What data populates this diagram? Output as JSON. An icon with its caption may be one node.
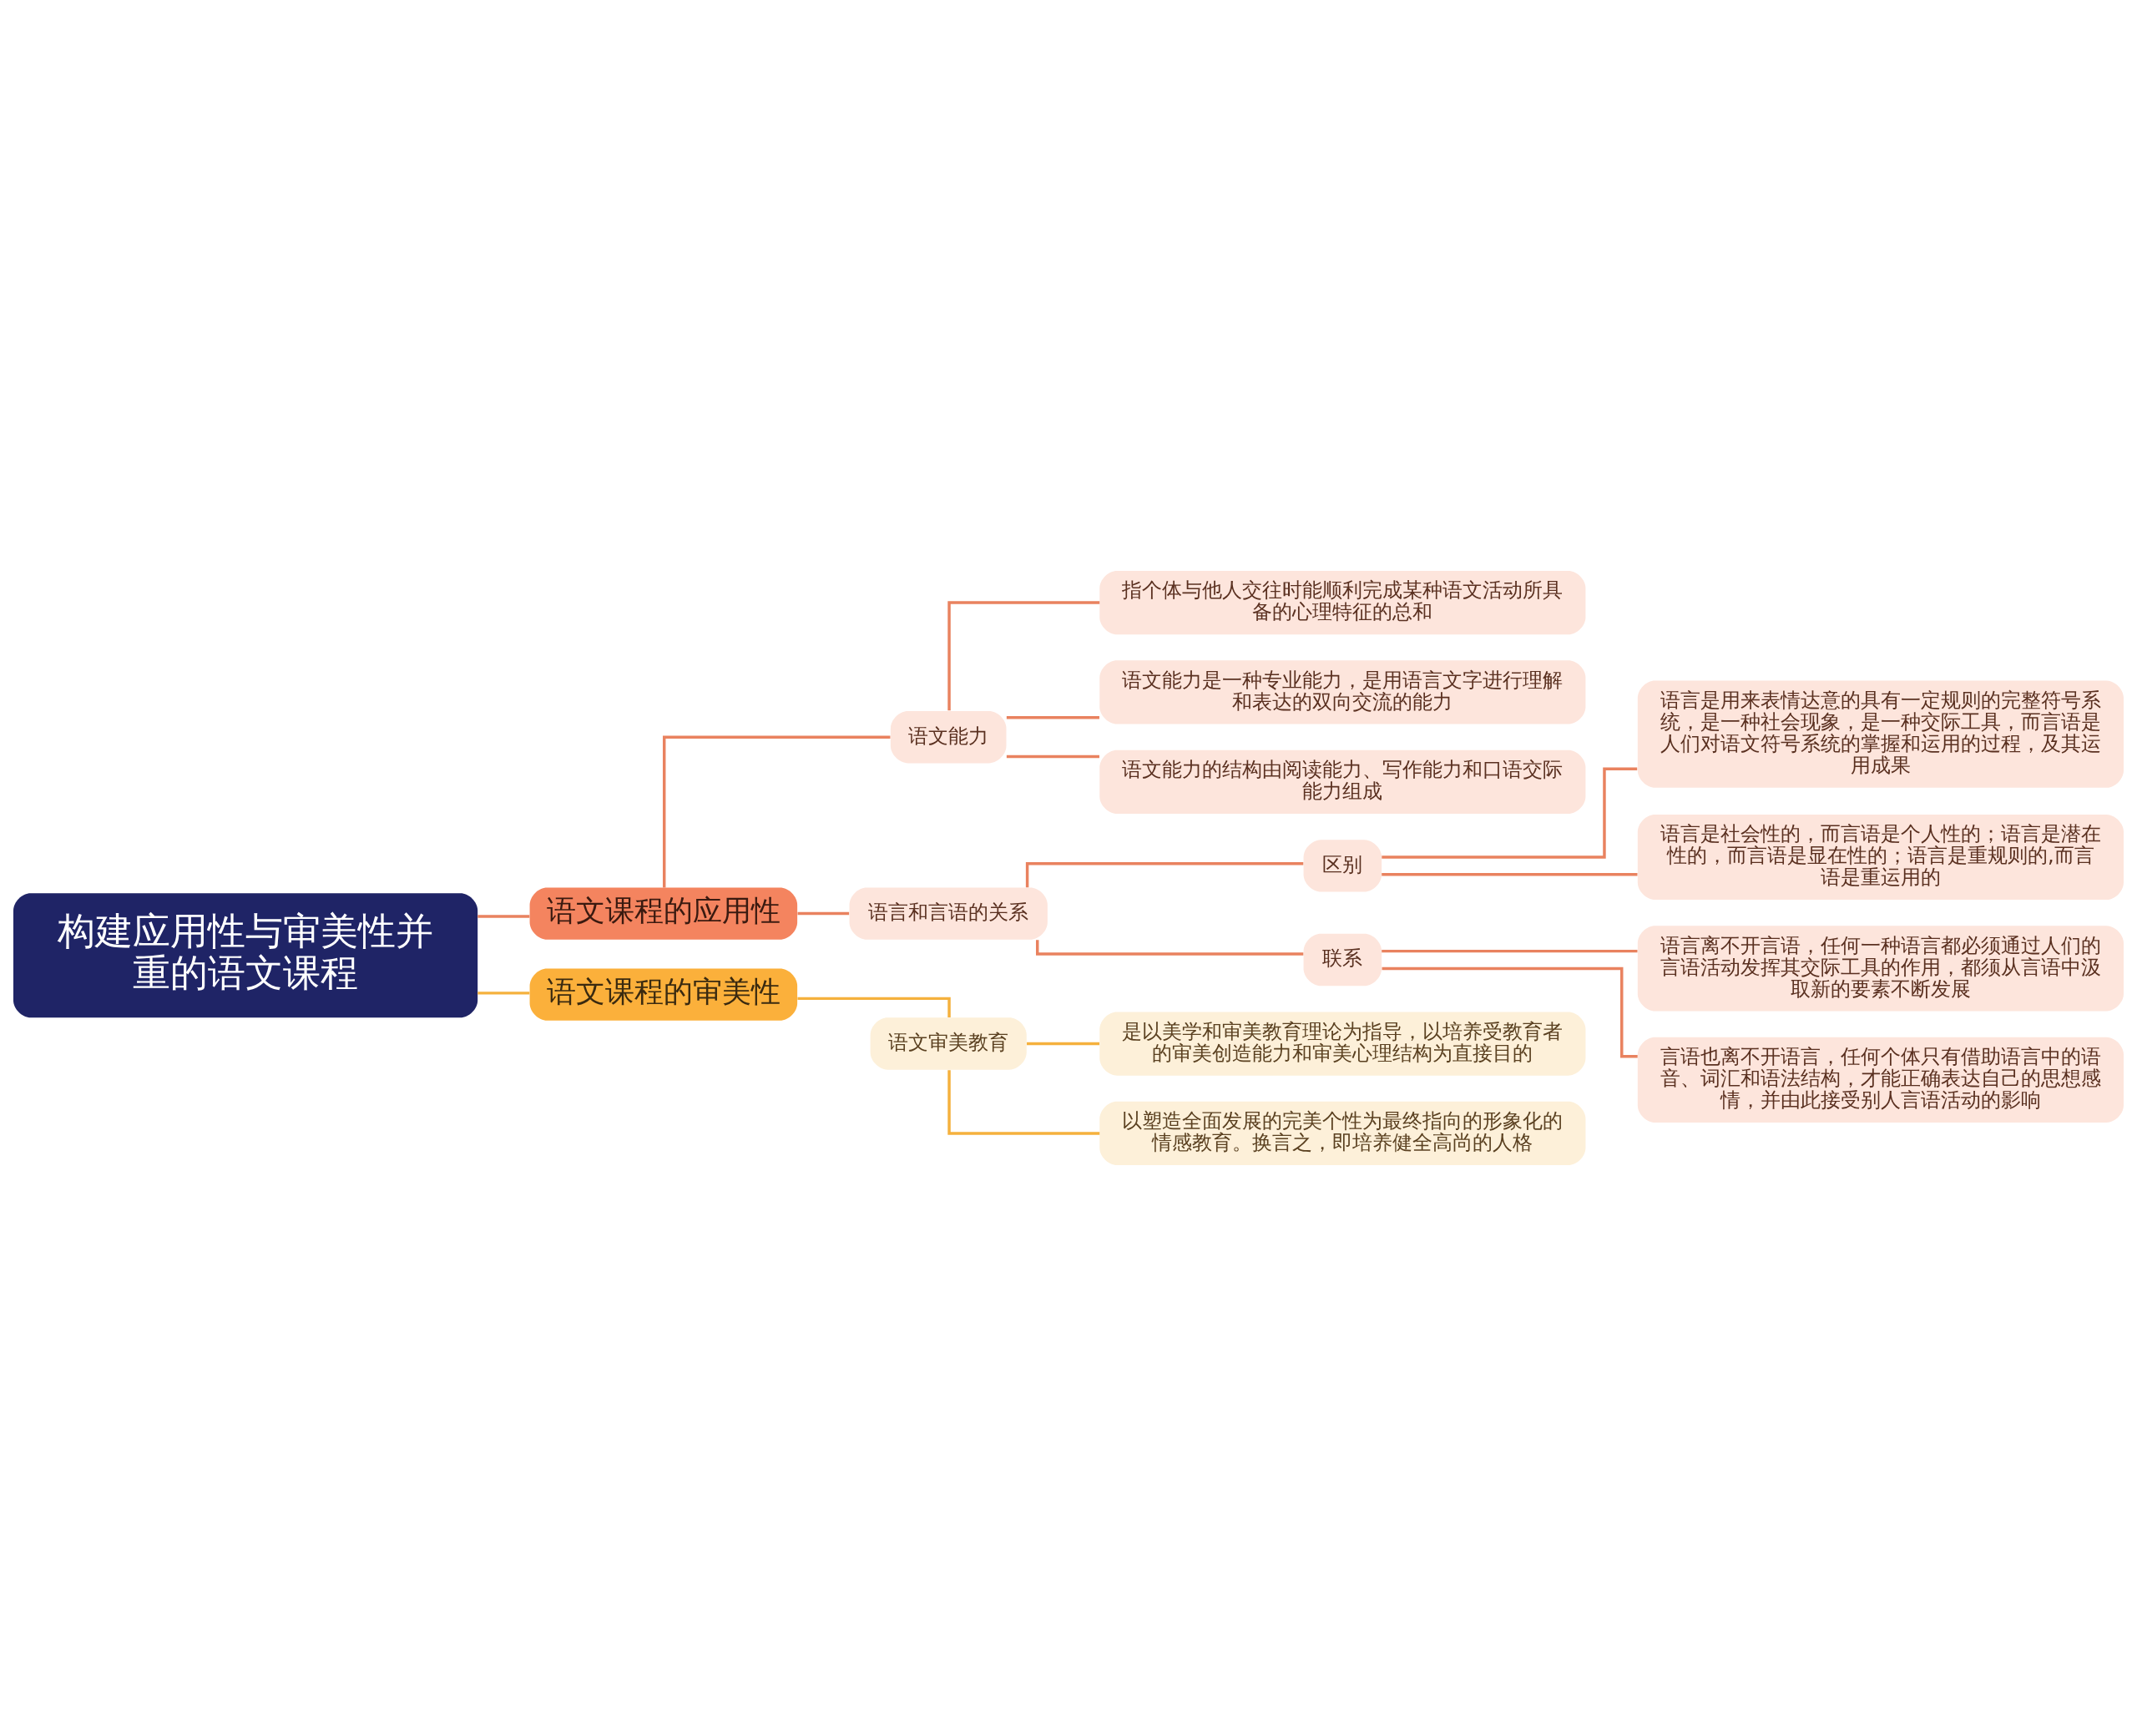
{
  "diagram": {
    "nodes": [
      {
        "text": [
          "构建应用性与审美性并重的语文课程"
        ]
      },
      {
        "text": [
          "语文课程的应用性"
        ]
      },
      {
        "text": [
          "语文能力"
        ]
      },
      {
        "text": [
          "指个体与他人交往时能顺利完成某种语文活动所具备的心理特征的总和"
        ]
      },
      {
        "text": [
          "语文能力是一种专业能力，是用语言文字进行理解和表达的双向交流的能力"
        ]
      },
      {
        "text": [
          "语文能力的结构由阅读能力、写作能力和口语交际能力组成"
        ]
      },
      {
        "text": [
          "语言和言语的关系"
        ]
      },
      {
        "text": [
          "区别"
        ]
      },
      {
        "text": [
          "语言是用来表情达意的具有一定规则的完整符号系统，是一种社会现象，是一种交际工具，而言语是人们对语文符号系统的掌握和运用的过程，及其运用成果"
        ]
      },
      {
        "text": [
          "语言是社会性的，而言语是个人性的；语言是潜在性的，而言语是显在性的；语言是重规则的,而言语是重运用的"
        ]
      },
      {
        "text": [
          "联系"
        ]
      },
      {
        "text": [
          "语言离不开言语，任何一种语言都必须通过人们的言语活动发挥其交际工具的作用，都须从言语中汲取新的要素不断发展"
        ]
      },
      {
        "text": [
          "言语也离不开语言，任何个体只有借助语言中的语音、词汇和语法结构，才能正确表达自己的思想感情，并由此接受别人言语活动的影响"
        ]
      },
      {
        "text": [
          "语文课程的审美性"
        ]
      },
      {
        "text": [
          "语文审美教育"
        ]
      },
      {
        "text": [
          "是以美学和审美教育理论为指导，以培养受教育者的审美创造能力和审美心理结构为直接目的"
        ]
      },
      {
        "text": [
          "以塑造全面发展的完美个性为最终指向的形象化的情感教育。换言之，即培养健全高尚的人格"
        ]
      }
    ],
    "edges": [
      {
        "from": 0,
        "to": 1,
        "arrow": "none"
      },
      {
        "from": 1,
        "to": 2,
        "arrow": "none"
      },
      {
        "from": 2,
        "to": 3,
        "arrow": "none"
      },
      {
        "from": 2,
        "to": 4,
        "arrow": "none"
      },
      {
        "from": 2,
        "to": 5,
        "arrow": "none"
      },
      {
        "from": 1,
        "to": 6,
        "arrow": "none"
      },
      {
        "from": 6,
        "to": 7,
        "arrow": "none"
      },
      {
        "from": 7,
        "to": 8,
        "arrow": "none"
      },
      {
        "from": 7,
        "to": 9,
        "arrow": "none"
      },
      {
        "from": 6,
        "to": 10,
        "arrow": "none"
      },
      {
        "from": 10,
        "to": 11,
        "arrow": "none"
      },
      {
        "from": 10,
        "to": 12,
        "arrow": "none"
      },
      {
        "from": 0,
        "to": 13,
        "arrow": "none",
        "color": "#f5b13d"
      },
      {
        "from": 13,
        "to": 14,
        "arrow": "none",
        "color": "#f5b13d"
      },
      {
        "from": 14,
        "to": 15,
        "arrow": "none",
        "color": "#f5b13d"
      },
      {
        "from": 14,
        "to": 16,
        "arrow": "none",
        "color": "#f5b13d"
      }
    ]
  }
}
